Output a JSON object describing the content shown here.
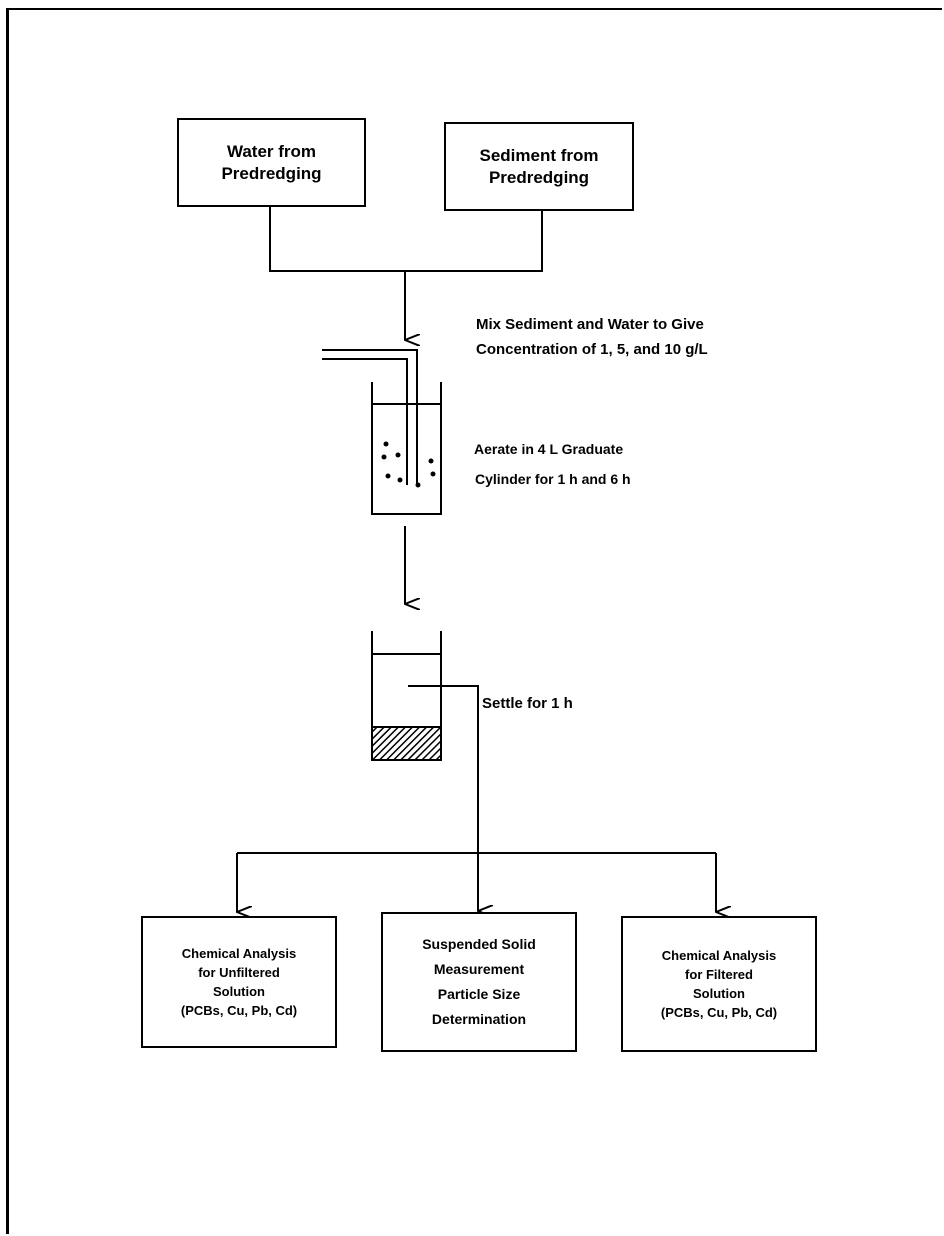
{
  "boxes": {
    "water": "Water from\nPredredging",
    "sediment": "Sediment from\nPredredging",
    "unfiltered": "Chemical Analysis\nfor Unfiltered\nSolution\n(PCBs, Cu, Pb, Cd)",
    "suspended": "Suspended Solid\nMeasurement\nParticle Size\nDetermination",
    "filtered": "Chemical Analysis\nfor Filtered\nSolution\n(PCBs, Cu, Pb, Cd)"
  },
  "steps": {
    "mix": "Mix Sediment and Water to Give\nConcentration of 1, 5, and 10 g/L",
    "aerate_line1": "Aerate in 4 L Graduate",
    "aerate_line2": "Cylinder for 1 h and 6 h",
    "settle": "Settle for 1 h"
  }
}
